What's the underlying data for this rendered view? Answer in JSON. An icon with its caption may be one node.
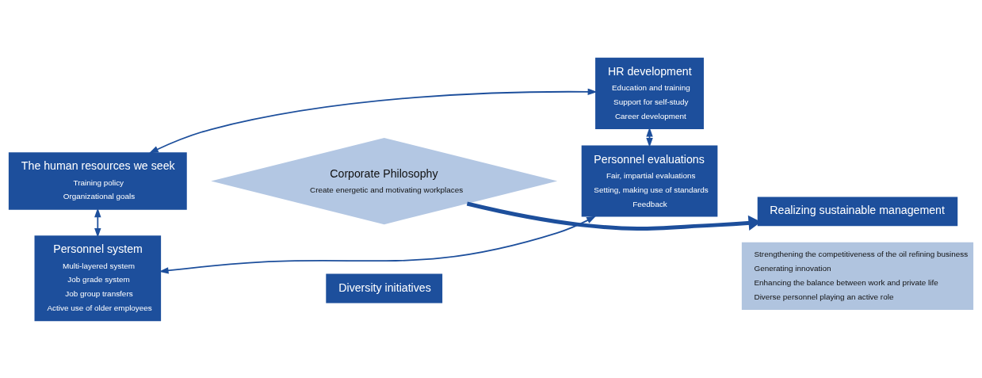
{
  "diagram": {
    "nodes": [
      {
        "text": [
          "The human resources we seek",
          "Training policy",
          "Organizational goals"
        ]
      },
      {
        "text": [
          "HR development",
          "Education and training",
          "Support for self-study",
          "Career development"
        ]
      },
      {
        "text": [
          "Corporate Philosophy",
          "Create energetic and motivating workplaces"
        ]
      },
      {
        "text": [
          "Personnel system",
          "Multi-layered system",
          "Job grade system",
          "Job group transfers",
          "Active use of older employees"
        ]
      },
      {
        "text": [
          "Personnel evaluations",
          "Fair, impartial evaluations",
          "Setting, making use of standards",
          "Feedback"
        ]
      },
      {
        "text": [
          "Diversity initiatives"
        ]
      },
      {
        "text": [
          "Realizing sustainable management"
        ]
      },
      {
        "text": [
          "Strengthening the competitiveness of the oil refining business",
          "Generating innovation",
          "Enhancing the balance between work and private life",
          "Diverse personnel playing an active role"
        ]
      }
    ],
    "edges": [
      {
        "from": 0,
        "to": 1,
        "arrow": "both"
      },
      {
        "from": 1,
        "to": 4,
        "arrow": "both"
      },
      {
        "from": 3,
        "to": 4,
        "arrow": "both"
      },
      {
        "from": 0,
        "to": 3,
        "arrow": "both"
      },
      {
        "from": 2,
        "to": 6,
        "arrow": "to",
        "style": "thick"
      }
    ]
  }
}
